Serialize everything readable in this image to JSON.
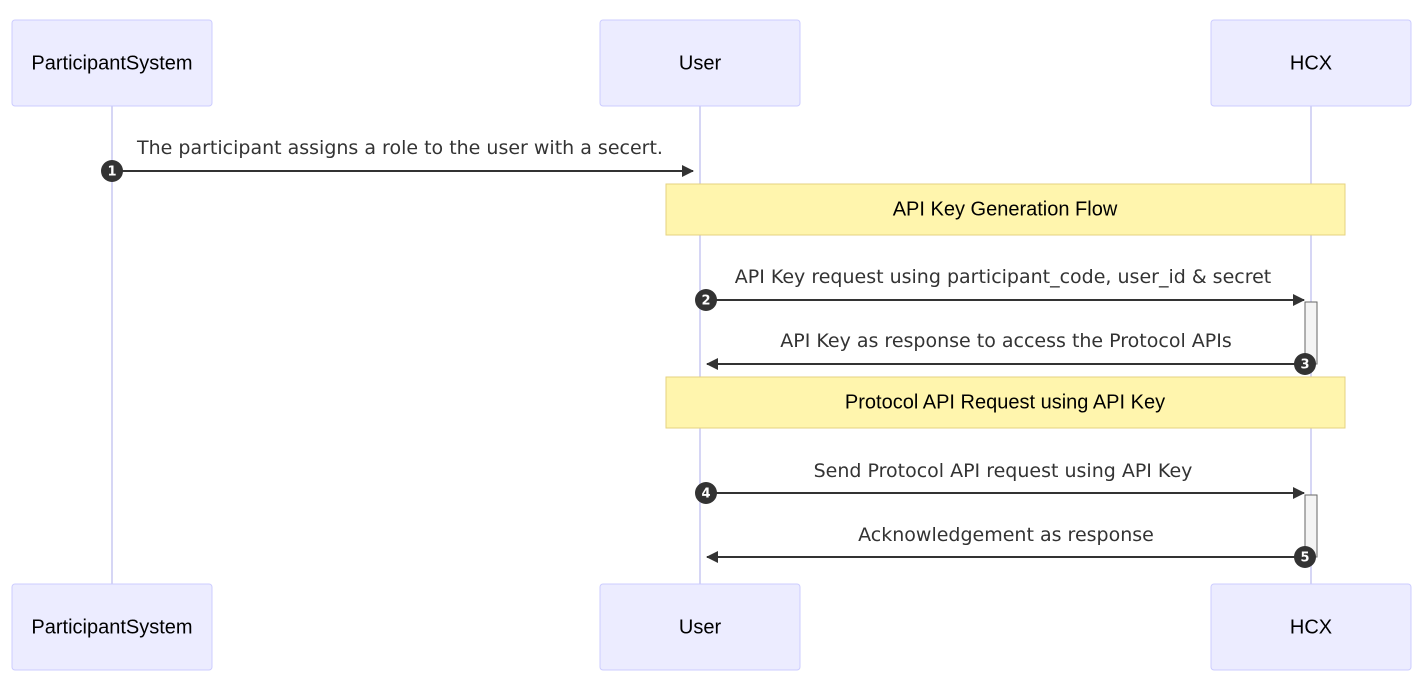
{
  "diagram": {
    "type": "sequence",
    "actors": [
      {
        "id": "participant",
        "label": "ParticipantSystem"
      },
      {
        "id": "user",
        "label": "User"
      },
      {
        "id": "hcx",
        "label": "HCX"
      }
    ],
    "notes": [
      {
        "label": "API Key Generation Flow",
        "over": [
          "user",
          "hcx"
        ]
      },
      {
        "label": "Protocol API Request using API Key",
        "over": [
          "user",
          "hcx"
        ]
      }
    ],
    "messages": [
      {
        "num": "1",
        "from": "participant",
        "to": "user",
        "label": "The participant assigns a role to the user with a secert."
      },
      {
        "num": "2",
        "from": "user",
        "to": "hcx",
        "label": "API Key request using participant_code, user_id & secret"
      },
      {
        "num": "3",
        "from": "hcx",
        "to": "user",
        "label": "API Key as response to access the Protocol APIs"
      },
      {
        "num": "4",
        "from": "user",
        "to": "hcx",
        "label": "Send Protocol API request using API Key"
      },
      {
        "num": "5",
        "from": "hcx",
        "to": "user",
        "label": "Acknowledgement as response"
      }
    ]
  }
}
